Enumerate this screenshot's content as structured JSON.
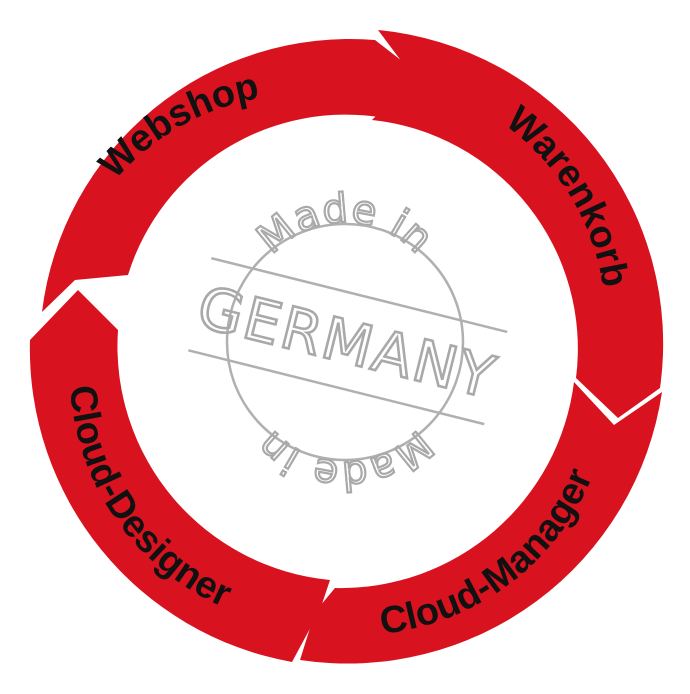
{
  "diagram": {
    "segments": [
      {
        "label": "Webshop"
      },
      {
        "label": "Warenkorb"
      },
      {
        "label": "Cloud-Manager"
      },
      {
        "label": "Cloud-Designer"
      }
    ],
    "stamp": {
      "top_text": "Made in",
      "main_text": "GERMANY",
      "bottom_text": "Made in"
    }
  },
  "colors": {
    "segment_fill": "#d9121f",
    "label_text": "#111111",
    "stamp_gray": "#a9a9a9",
    "background": "#ffffff"
  }
}
